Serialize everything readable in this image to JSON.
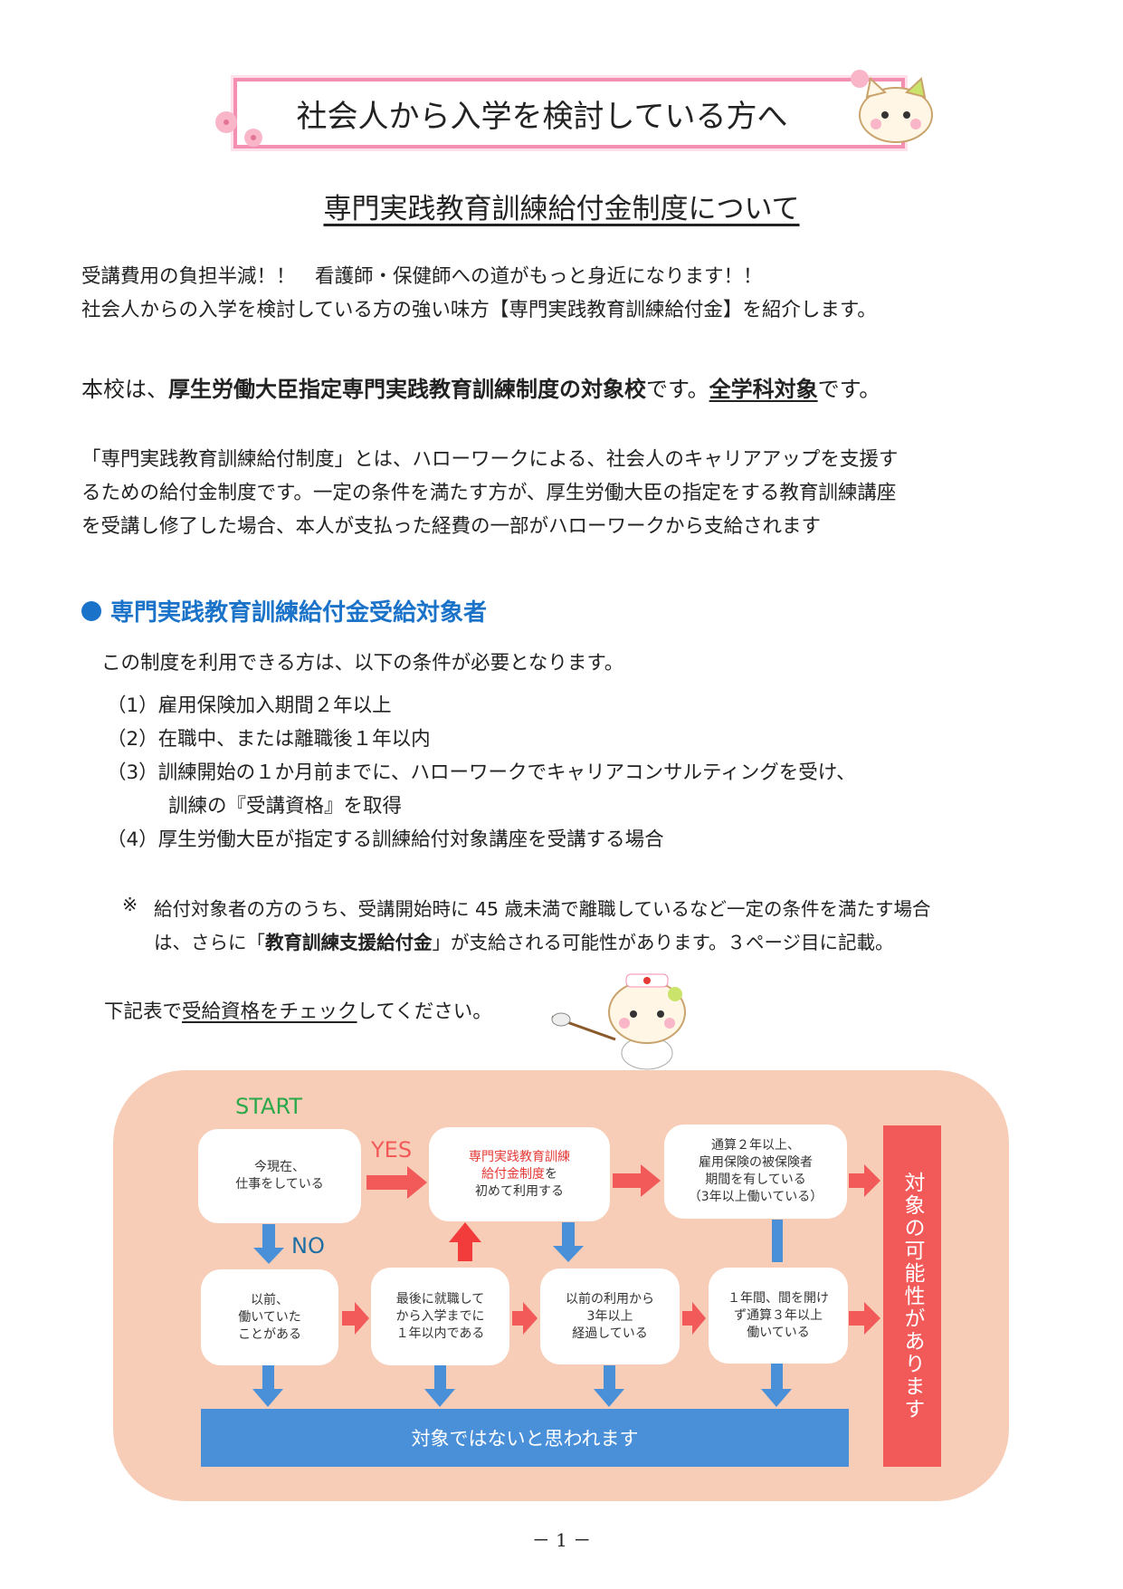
{
  "banner": {
    "title": "社会人から入学を検討している方へ"
  },
  "subtitle": "専門実践教育訓練給付金制度について",
  "intro": [
    "受講費用の負担半減！！　看護師・保健師への道がもっと身近になります！！",
    "社会人からの入学を検討している方の強い味方【専門実践教育訓練給付金】を紹介します。"
  ],
  "school": {
    "prefix": "本校は、",
    "bold": "厚生労働大臣指定専門実践教育訓練制度の対象校",
    "mid": "です。",
    "underline": "全学科対象",
    "suffix": "です。"
  },
  "paragraph": [
    "「専門実践教育訓練給付制度」とは、ハローワークによる、社会人のキャリアアップを支援す",
    "るための給付金制度です。一定の条件を満たす方が、厚生労働大臣の指定をする教育訓練講座",
    "を受講し修了した場合、本人が支払った経費の一部がハローワークから支給されます"
  ],
  "section": {
    "heading": "専門実践教育訓練給付金受給対象者",
    "lead": "この制度を利用できる方は、以下の条件が必要となります。",
    "conditions": [
      "（1）雇用保険加入期間２年以上",
      "（2）在職中、または離職後１年以内",
      "（3）訓練開始の１か月前までに、ハローワークでキャリアコンサルティングを受け、",
      "訓練の『受講資格』を取得",
      "（4）厚生労働大臣が指定する訓練給付対象講座を受講する場合"
    ]
  },
  "note": {
    "mark": "※",
    "line1": "給付対象者の方のうち、受講開始時に 45 歳未満で離職しているなど一定の条件を満たす場合",
    "line2_pre": "は、さらに「",
    "line2_bold": "教育訓練支援給付金",
    "line2_post": "」が支給される可能性があります。３ページ目に記載。"
  },
  "check": {
    "pre": "下記表で",
    "underline": "受給資格をチェック",
    "post": "してください。"
  },
  "flow": {
    "start": "START",
    "yes": "YES",
    "no": "NO",
    "box1": [
      "今現在、",
      "仕事をしている"
    ],
    "box2_red": [
      "専門実践教育訓練",
      "給付金制度"
    ],
    "box2_rest": "を",
    "box2_last": "初めて利用する",
    "box3": [
      "通算２年以上、",
      "雇用保険の被保険者",
      "期間を有している",
      "（3年以上働いている）"
    ],
    "box4": [
      "以前、",
      "働いていた",
      "ことがある"
    ],
    "box5": [
      "最後に就職して",
      "から入学までに",
      "１年以内である"
    ],
    "box6": [
      "以前の利用から",
      "3年以上",
      "経過している"
    ],
    "box7": [
      "１年間、間を開け",
      "ず通算３年以上",
      "働いている"
    ],
    "not_eligible": "対象ではないと思われます",
    "eligible": "対象の可能性があります"
  },
  "footer": "－ 1 －",
  "colors": {
    "flow_bg": "#f7cdb7",
    "red": "#f25a5a",
    "blue": "#4a90d9",
    "start": "#2aa84a"
  }
}
